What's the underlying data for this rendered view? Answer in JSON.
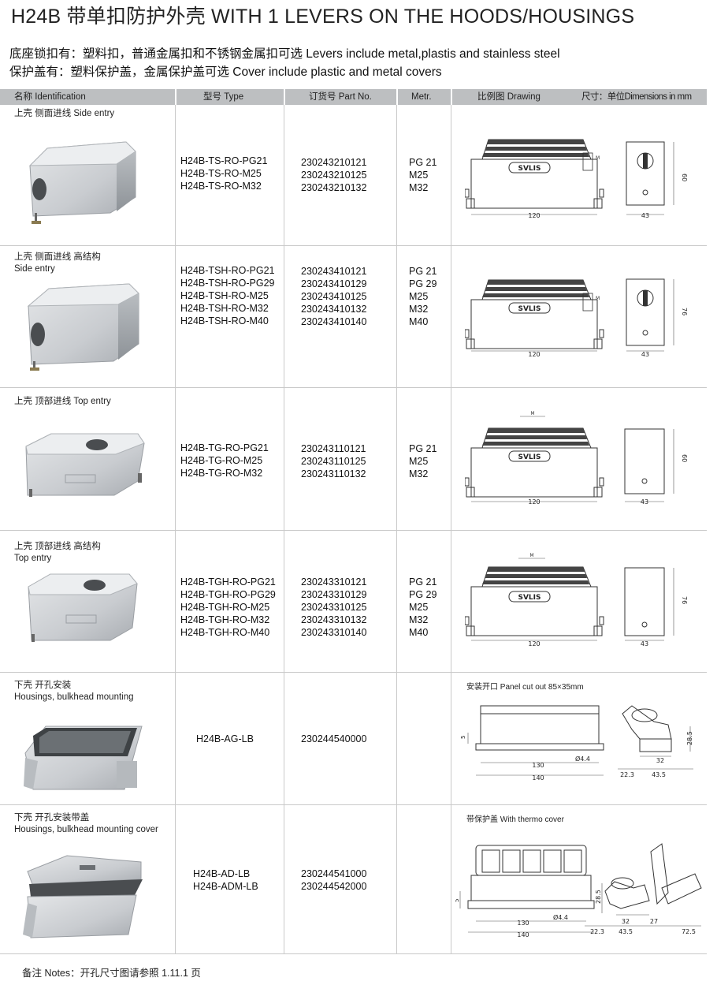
{
  "title": "H24B 带单扣防护外壳   WITH 1 LEVERS ON THE HOODS/HOUSINGS",
  "intro": [
    "底座锁扣有：塑料扣，普通金属扣和不锈钢金属扣可选 Levers include metal,plastis and stainless steel",
    "保护盖有：塑料保护盖，金属保护盖可选 Cover include plastic and metal covers"
  ],
  "header": {
    "identification": "名称 Identification",
    "type": "型号 Type",
    "part_no": "订货号 Part No.",
    "metr": "Metr.",
    "drawing": "比例图 Drawing",
    "dimensions": "尺寸：单位Dimensions in mm"
  },
  "rows": [
    {
      "id_lines": [
        "上壳  侧面进线 Side entry"
      ],
      "types": "H24B-TS-RO-PG21\nH24B-TS-RO-M25\nH24B-TS-RO-M32",
      "parts": "230243210121\n230243210125\n230243210132",
      "metr": "PG 21\nM25\nM32",
      "dims": {
        "w": "120",
        "d": "43",
        "h": "60"
      }
    },
    {
      "id_lines": [
        "上壳  侧面进线  高结构",
        "Side entry"
      ],
      "types": "H24B-TSH-RO-PG21\nH24B-TSH-RO-PG29\nH24B-TSH-RO-M25\nH24B-TSH-RO-M32\nH24B-TSH-RO-M40",
      "parts": "230243410121\n230243410129\n230243410125\n230243410132\n230243410140",
      "metr": "PG 21\nPG 29\nM25\nM32\nM40",
      "dims": {
        "w": "120",
        "d": "43",
        "h": "76"
      }
    },
    {
      "id_lines": [
        "上壳  顶部进线 Top entry"
      ],
      "types": "H24B-TG-RO-PG21\nH24B-TG-RO-M25\nH24B-TG-RO-M32",
      "parts": "230243110121\n230243110125\n230243110132",
      "metr": "PG 21\nM25\nM32",
      "dims": {
        "w": "120",
        "d": "43",
        "h": "60"
      }
    },
    {
      "id_lines": [
        "上壳  顶部进线  高结构",
        "Top entry"
      ],
      "types": "H24B-TGH-RO-PG21\nH24B-TGH-RO-PG29\nH24B-TGH-RO-M25\nH24B-TGH-RO-M32\nH24B-TGH-RO-M40",
      "parts": "230243310121\n230243310129\n230243310125\n230243310132\n230243310140",
      "metr": "PG 21\nPG 29\nM25\nM32\nM40",
      "dims": {
        "w": "120",
        "d": "43",
        "h": "76"
      }
    },
    {
      "id_lines": [
        "下壳  开孔安装",
        "Housings, bulkhead mounting"
      ],
      "types": "H24B-AG-LB",
      "parts": "230244540000",
      "metr": "",
      "caption": "安装开口 Panel cut out 85×35mm",
      "dims": {
        "w1": "130",
        "w2": "140",
        "hole": "Ø4.4",
        "s": "5",
        "side_h": "28.5",
        "side_w": "32",
        "side_a": "22.3",
        "side_b": "43.5"
      }
    },
    {
      "id_lines": [
        "下壳  开孔安装带盖",
        "Housings, bulkhead mounting cover"
      ],
      "types": "H24B-AD-LB\nH24B-ADM-LB",
      "parts": "230244541000\n230244542000",
      "metr": "",
      "caption": "带保护盖 With thermo cover",
      "dims": {
        "w1": "130",
        "w2": "140",
        "hole": "Ø4.4",
        "s": "5",
        "side_h": "28.5",
        "side_w": "32",
        "side_a": "22.3",
        "side_b": "43.5",
        "side_c": "27",
        "side_d": "72.5"
      }
    }
  ],
  "brand": "SVLIS",
  "dim_m": "M",
  "notes": "备注 Notes：开孔尺寸图请参照 1.11.1 页"
}
